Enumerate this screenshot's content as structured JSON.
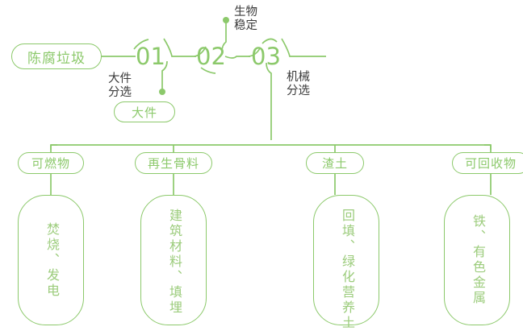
{
  "theme": {
    "line_color": "#8cc96b",
    "text_green": "#9ccc7c",
    "note_color": "#3a3a3a",
    "background": "#ffffff"
  },
  "flow": {
    "root": {
      "label": "陈腐垃圾"
    },
    "stages": [
      {
        "number": "01",
        "note": "大件\n分选"
      },
      {
        "number": "02",
        "note": "生物\n稳定"
      },
      {
        "number": "03",
        "note": "机械\n分选"
      }
    ],
    "side_output": {
      "label": "大件"
    },
    "outputs": [
      {
        "category": "可燃物",
        "destination": "焚烧、发电"
      },
      {
        "category": "再生骨料",
        "destination": "建筑材料、填埋"
      },
      {
        "category": "渣土",
        "destination": "回填、绿化营养土"
      },
      {
        "category": "可回收物",
        "destination": "铁、有色金属"
      }
    ]
  }
}
